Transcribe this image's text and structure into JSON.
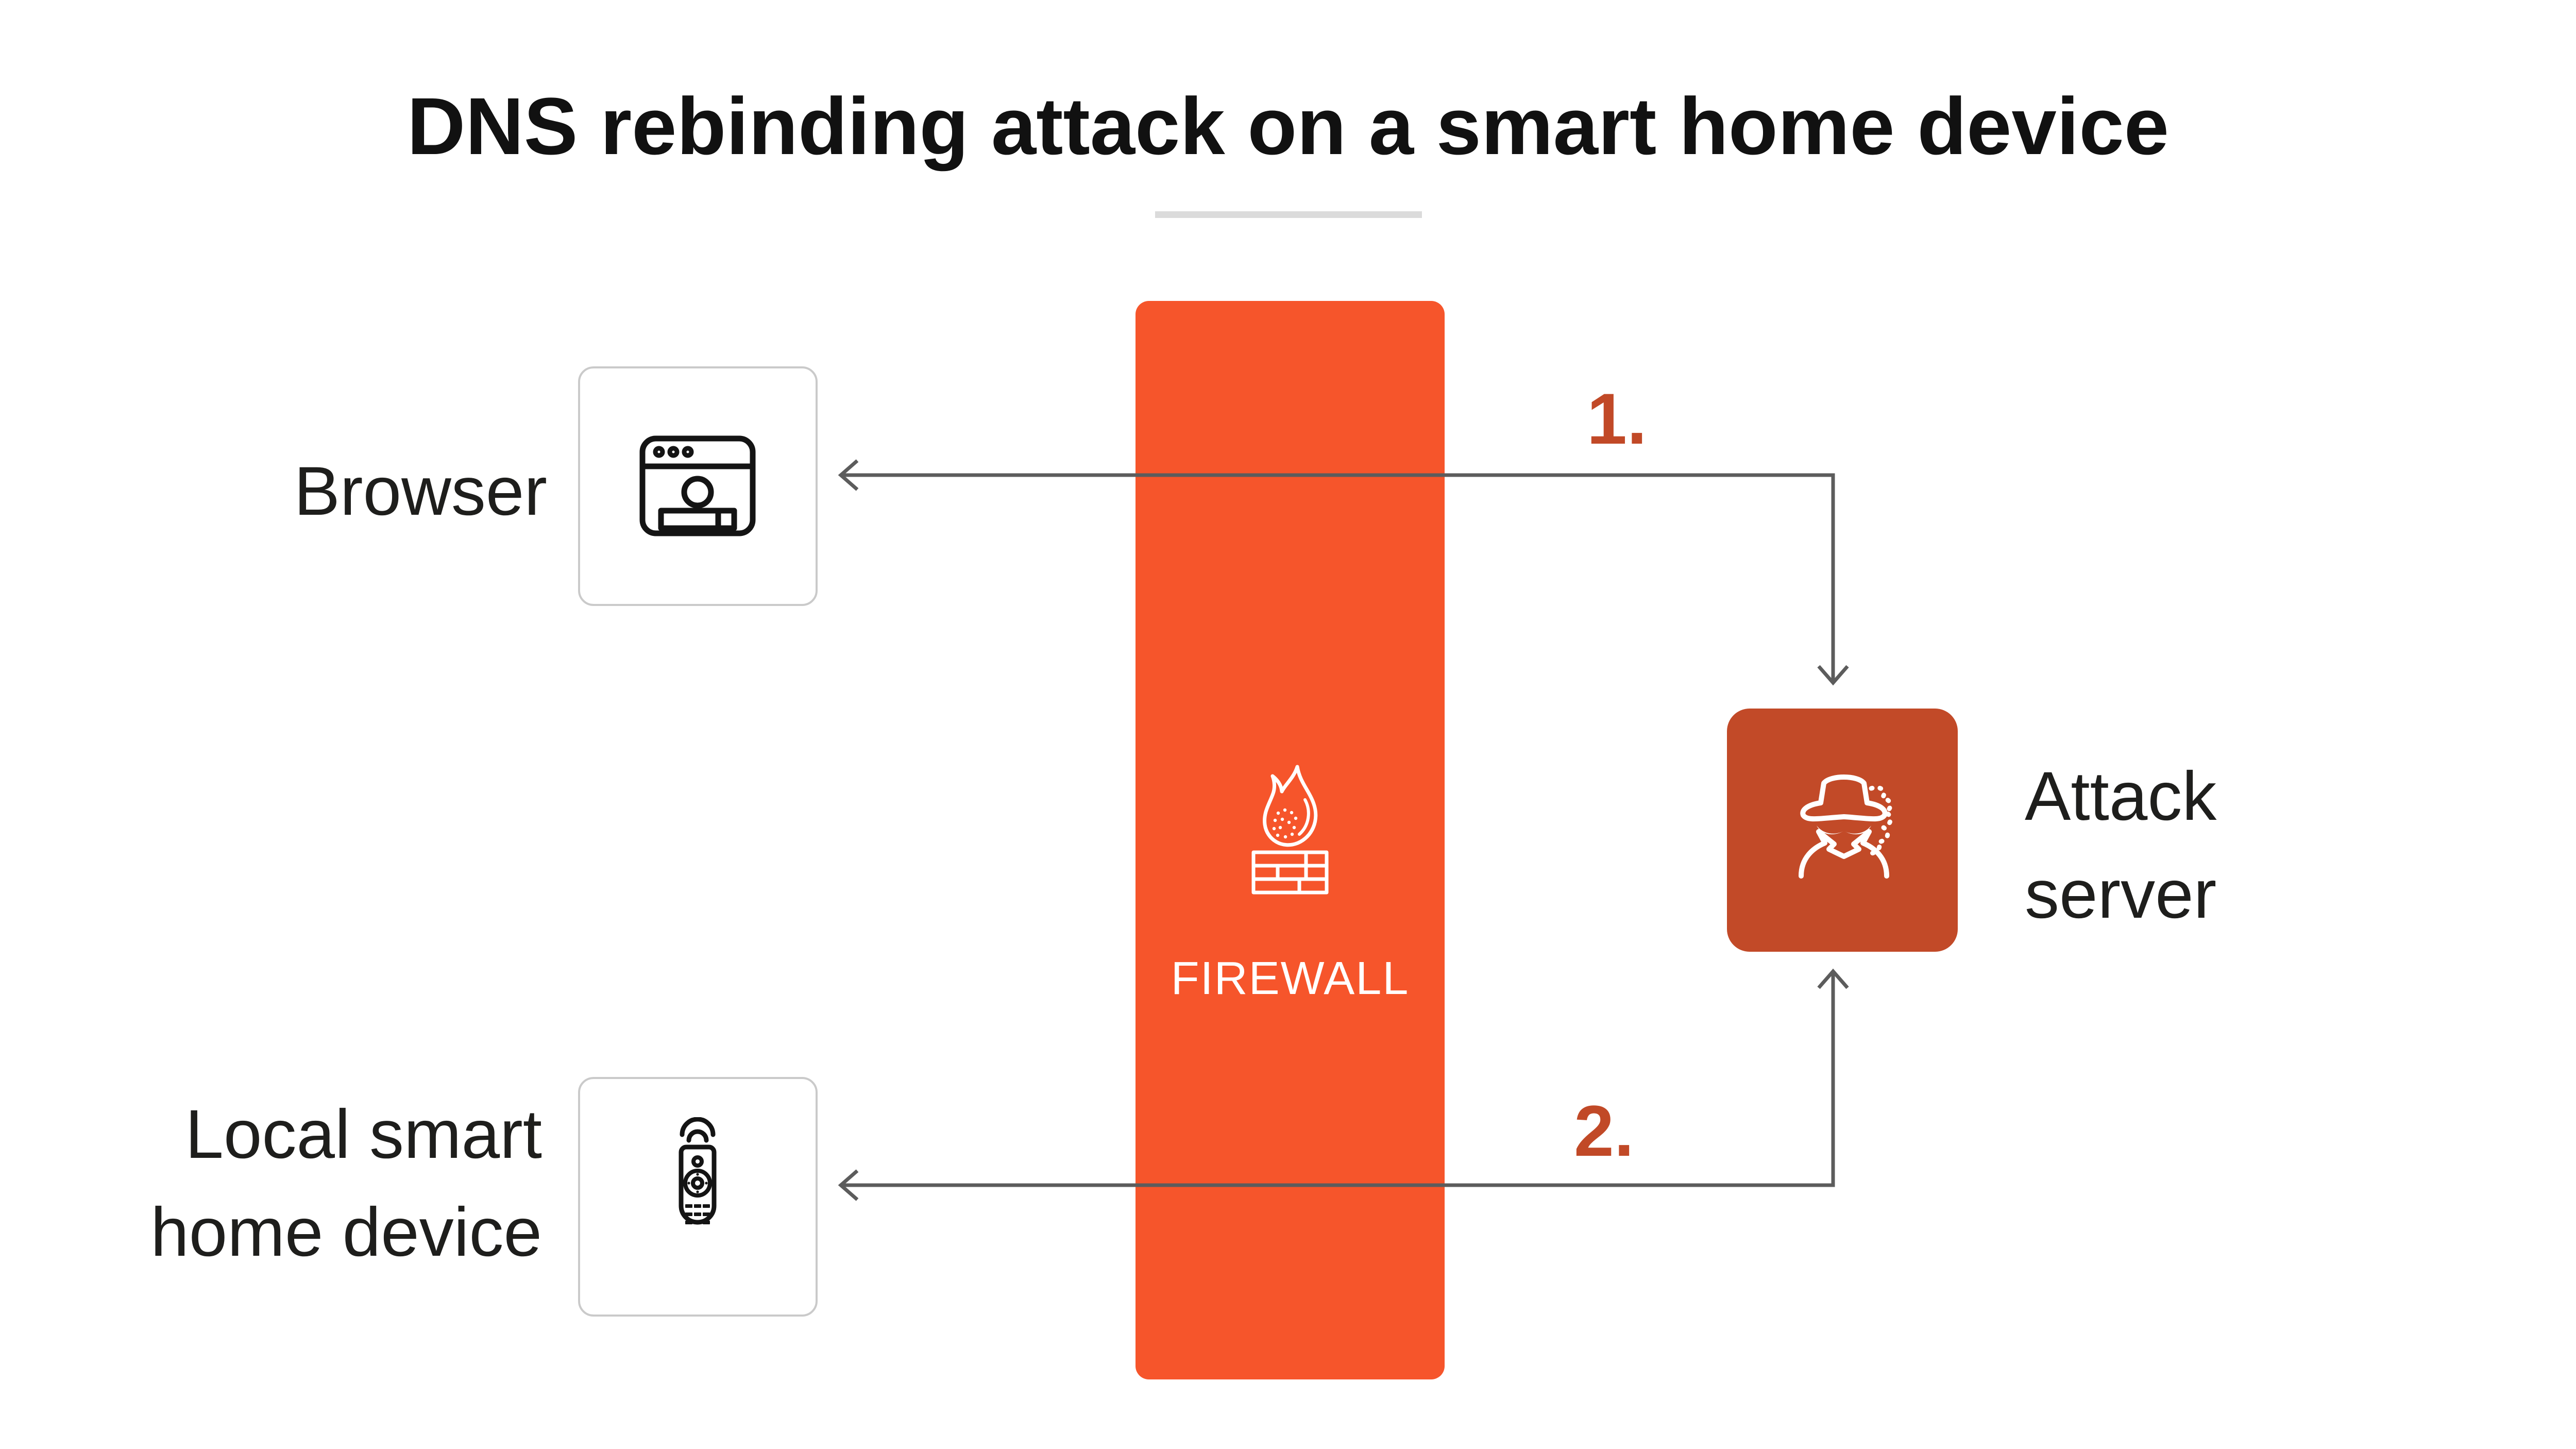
{
  "title": "DNS rebinding attack on a smart home device",
  "firewall": {
    "label": "FIREWALL",
    "icon": "flame-on-brick-wall-icon",
    "color": "#f6552b"
  },
  "nodes": {
    "browser": {
      "label": "Browser",
      "icon": "browser-window-icon"
    },
    "smart_home_device": {
      "label_line1": "Local smart",
      "label_line2": "home device",
      "icon": "remote-control-icon"
    },
    "attack_server": {
      "label_line1": "Attack",
      "label_line2": "server",
      "icon": "hacker-spy-icon",
      "color": "#c24a28"
    }
  },
  "steps": [
    {
      "number": "1.",
      "connects": [
        "attack_server",
        "browser"
      ],
      "double_headed": true
    },
    {
      "number": "2.",
      "connects": [
        "smart_home_device",
        "attack_server"
      ],
      "double_headed": true
    }
  ],
  "colors": {
    "background": "#ffffff",
    "title_text": "#111111",
    "label_text": "#1e1e1c",
    "firewall_orange": "#f6552b",
    "attack_red_orange": "#c24a28",
    "step_number": "#c14927",
    "arrow_gray": "#5c5c5c",
    "box_border_gray": "#cacaca",
    "divider_gray": "#dbdbdb"
  }
}
